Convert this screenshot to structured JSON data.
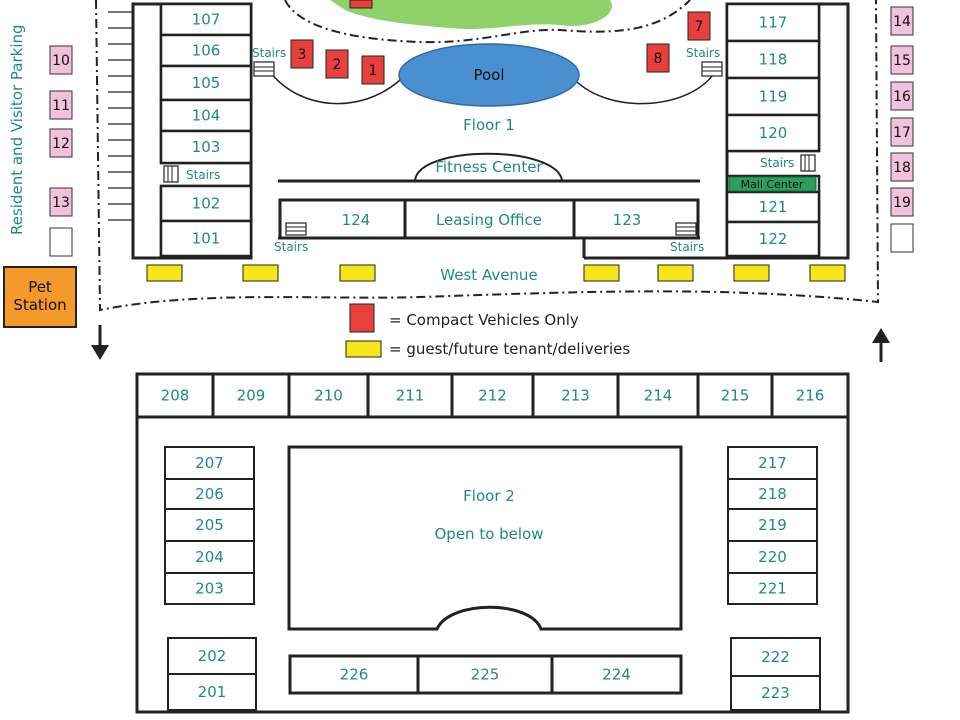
{
  "floor1": {
    "title": "Floor 1",
    "pool": "Pool",
    "fitness_center": "Fitness Center",
    "leasing_office": "Leasing Office",
    "mail_center": "Mail Center",
    "street": "West Avenue",
    "stairs": "Stairs",
    "left_units": [
      "107",
      "106",
      "105",
      "104",
      "103",
      "102",
      "101"
    ],
    "right_units": [
      "117",
      "118",
      "119",
      "120",
      "121",
      "122"
    ],
    "center_units": [
      "124",
      "123"
    ],
    "compact_spots": [
      "3",
      "2",
      "1",
      "7",
      "8"
    ]
  },
  "parking": {
    "label": "Resident and Visitor Parking",
    "left_spots": [
      "10",
      "11",
      "12",
      "13"
    ],
    "right_spots": [
      "14",
      "15",
      "16",
      "17",
      "18",
      "19"
    ]
  },
  "pet_station": {
    "line1": "Pet",
    "line2": "Station"
  },
  "legend": {
    "compact": "= Compact Vehicles Only",
    "guest": "= guest/future tenant/deliveries"
  },
  "floor2": {
    "title": "Floor 2",
    "subtitle": "Open to below",
    "top_units": [
      "208",
      "209",
      "210",
      "211",
      "212",
      "213",
      "214",
      "215",
      "216"
    ],
    "left_units": [
      "207",
      "206",
      "205",
      "204",
      "203"
    ],
    "right_units": [
      "217",
      "218",
      "219",
      "220",
      "221"
    ],
    "left_bottom_units": [
      "202",
      "201"
    ],
    "right_bottom_units": [
      "222",
      "223"
    ],
    "bottom_units": [
      "226",
      "225",
      "224"
    ]
  },
  "colors": {
    "teal_text": "#1f8a84",
    "compact_red": "#e8403c",
    "guest_yellow": "#f5e61a",
    "parking_pink": "#f2c1dc",
    "pool_blue": "#4a8fd0",
    "garden_green": "#8fd16a",
    "pet_orange": "#f39a2a",
    "mail_green": "#2aa05a"
  }
}
